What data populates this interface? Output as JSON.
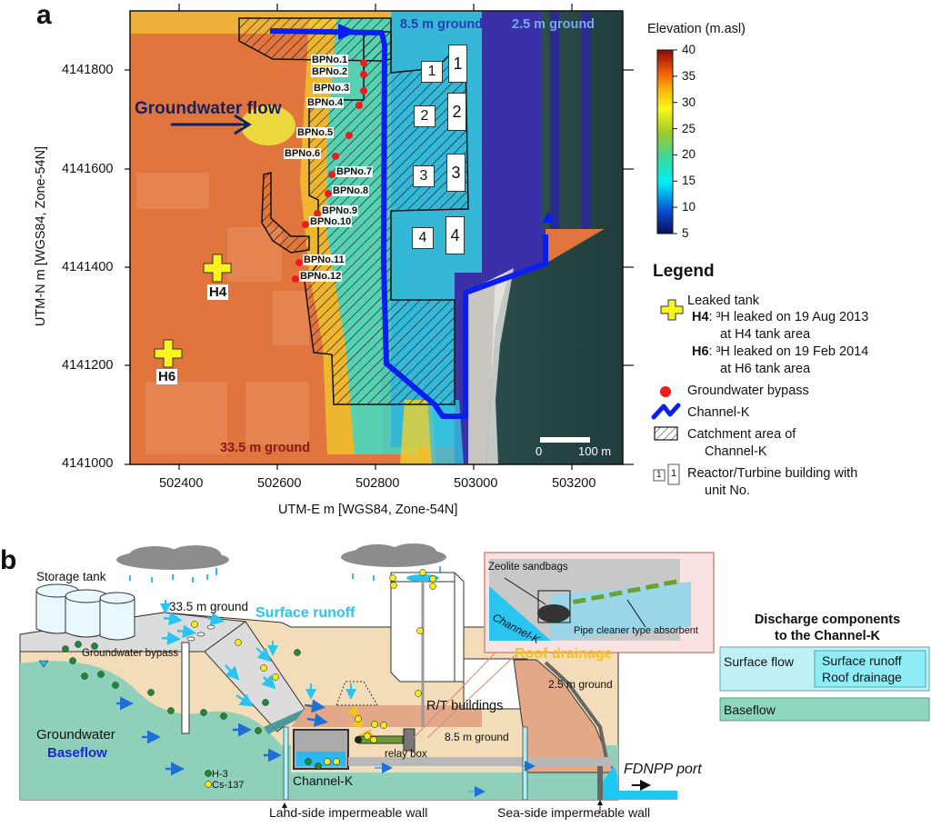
{
  "panel_a": {
    "letter": "a",
    "axes": {
      "xlabel": "UTM-E m [WGS84, Zone-54N]",
      "ylabel": "UTM-N m [WGS84, Zone-54N]",
      "x_ticks": [
        "502400",
        "502600",
        "502800",
        "503000",
        "503200"
      ],
      "y_ticks": [
        "4141800",
        "4141600",
        "4141400",
        "4141200",
        "4141000"
      ]
    },
    "zone_labels": {
      "ground_8_5": "8.5 m ground",
      "ground_2_5": "2.5 m ground",
      "ground_33_5": "33.5 m ground"
    },
    "groundwater_flow": "Groundwater flow",
    "bypass_points": [
      "BPNo.1",
      "BPNo.2",
      "BPNo.3",
      "BPNo.4",
      "BPNo.5",
      "BPNo.6",
      "BPNo.7",
      "BPNo.8",
      "BPNo.9",
      "BPNo.10",
      "BPNo.11",
      "BPNo.12"
    ],
    "tanks": [
      "H4",
      "H6"
    ],
    "units_small": [
      "1",
      "2",
      "3",
      "4"
    ],
    "units_large": [
      "1",
      "2",
      "3",
      "4"
    ],
    "scale_bar": {
      "start": "0",
      "end": "100 m"
    },
    "colorbar": {
      "title": "Elevation (m.asl)",
      "ticks": [
        "40",
        "35",
        "30",
        "25",
        "20",
        "15",
        "10",
        "5"
      ],
      "range": [
        5,
        40
      ]
    },
    "legend": {
      "title": "Legend",
      "leaked_tank": "Leaked tank",
      "h4_label": "H4",
      "h4_text": ": ³H leaked on 19 Aug 2013",
      "h4_text2": "at H4 tank area",
      "h6_label": "H6",
      "h6_text": ": ³H leaked on 19 Feb 2014",
      "h6_text2": "at H6 tank area",
      "bypass": "Groundwater bypass",
      "channel": "Channel-K",
      "catchment1": "Catchment area of",
      "catchment2": "Channel-K",
      "building_icon_a": "1",
      "building_icon_b": "1",
      "building1": "Reactor/Turbine building with",
      "building2": "unit No."
    }
  },
  "panel_b": {
    "letter": "b",
    "storage_tank": "Storage tank",
    "ground_33_5": "33.5 m ground",
    "surface_runoff": "Surface runoff",
    "groundwater_bypass": "Groundwater bypass",
    "groundwater": "Groundwater",
    "baseflow": "Baseflow",
    "h3": "H-3",
    "cs137": "Cs-137",
    "channel_k": "Channel-K",
    "relay_box": "relay box",
    "rt_buildings": "R/T buildings",
    "ground_8_5": "8.5 m ground",
    "ground_2_5": "2.5 m ground",
    "roof_drainage": "Roof drainage",
    "fdnpp_port": "FDNPP port",
    "land_wall": "Land-side impermeable wall",
    "sea_wall": "Sea-side impermeable wall",
    "inset": {
      "zeolite": "Zeolite sandbags",
      "channel": "Channel-K",
      "pipe_cleaner": "Pipe cleaner type absorbent"
    },
    "discharge": {
      "title1": "Discharge components",
      "title2": "to the Channel-K",
      "surface_flow": "Surface flow",
      "surface_runoff": "Surface runoff",
      "roof_drainage": "Roof drainage",
      "baseflow": "Baseflow"
    }
  },
  "colors": {
    "channel_blue": "#0a1ef0",
    "runoff_cyan": "#29c4f0",
    "roof_orange": "#f5c21a",
    "baseflow_blue": "#1a28d6",
    "h3_green": "#1d8a3a",
    "cs_yellow": "#f3ea1a",
    "bp_red": "#ee1b1b",
    "tank_yellow": "#f7f31c",
    "surface_flow_bg": "#bff0f6",
    "baseflow_bg": "#8fd6bf"
  }
}
